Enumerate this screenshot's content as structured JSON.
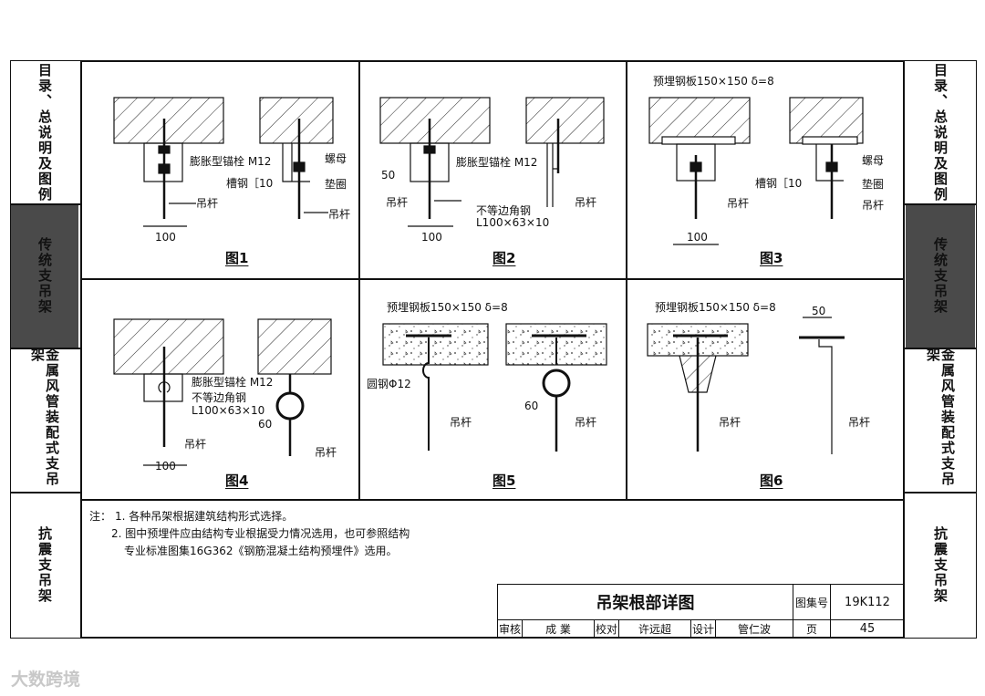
{
  "side_tabs": [
    {
      "label": "目录、总说明及图例",
      "active": false
    },
    {
      "label": "传统支吊架",
      "active": true
    },
    {
      "label": "金属风管装配式支吊架",
      "active": false
    },
    {
      "label": "抗震支吊架",
      "active": false
    }
  ],
  "figures": [
    {
      "caption": "图1",
      "labels": [
        "膨胀型锚栓 M12",
        "螺母",
        "槽钢［10",
        "垫圈",
        "吊杆",
        "吊杆",
        "100"
      ]
    },
    {
      "caption": "图2",
      "labels": [
        "膨胀型锚栓 M12",
        "50",
        "吊杆",
        "不等边角钢",
        "L100×63×10",
        "吊杆",
        "100"
      ]
    },
    {
      "caption": "图3",
      "labels": [
        "预埋钢板150×150  δ=8",
        "螺母",
        "槽钢［10",
        "垫圈",
        "吊杆",
        "吊杆",
        "100"
      ]
    },
    {
      "caption": "图4",
      "labels": [
        "膨胀型锚栓 M12",
        "不等边角钢",
        "L100×63×10",
        "60",
        "吊杆",
        "吊杆",
        "100"
      ]
    },
    {
      "caption": "图5",
      "labels": [
        "预埋钢板150×150  δ=8",
        "圆钢Φ12",
        "60",
        "吊杆",
        "吊杆"
      ]
    },
    {
      "caption": "图6",
      "labels": [
        "预埋钢板150×150  δ=8",
        "50",
        "吊杆",
        "吊杆"
      ]
    }
  ],
  "notes": {
    "prefix": "注：",
    "items": [
      "1. 各种吊架根据建筑结构形式选择。",
      "2. 图中预埋件应由结构专业根据受力情况选用，也可参照结构",
      "专业标准图集16G362《钢筋混凝土结构预埋件》选用。"
    ]
  },
  "title_block": {
    "title": "吊架根部详图",
    "atlas_label": "图集号",
    "atlas_no": "19K112",
    "review_label": "审核",
    "reviewer": "成 業",
    "check_label": "校对",
    "checker": "许远超",
    "design_label": "设计",
    "designer": "管仁波",
    "page_label": "页",
    "page_no": "45"
  },
  "watermark": "大数跨境"
}
